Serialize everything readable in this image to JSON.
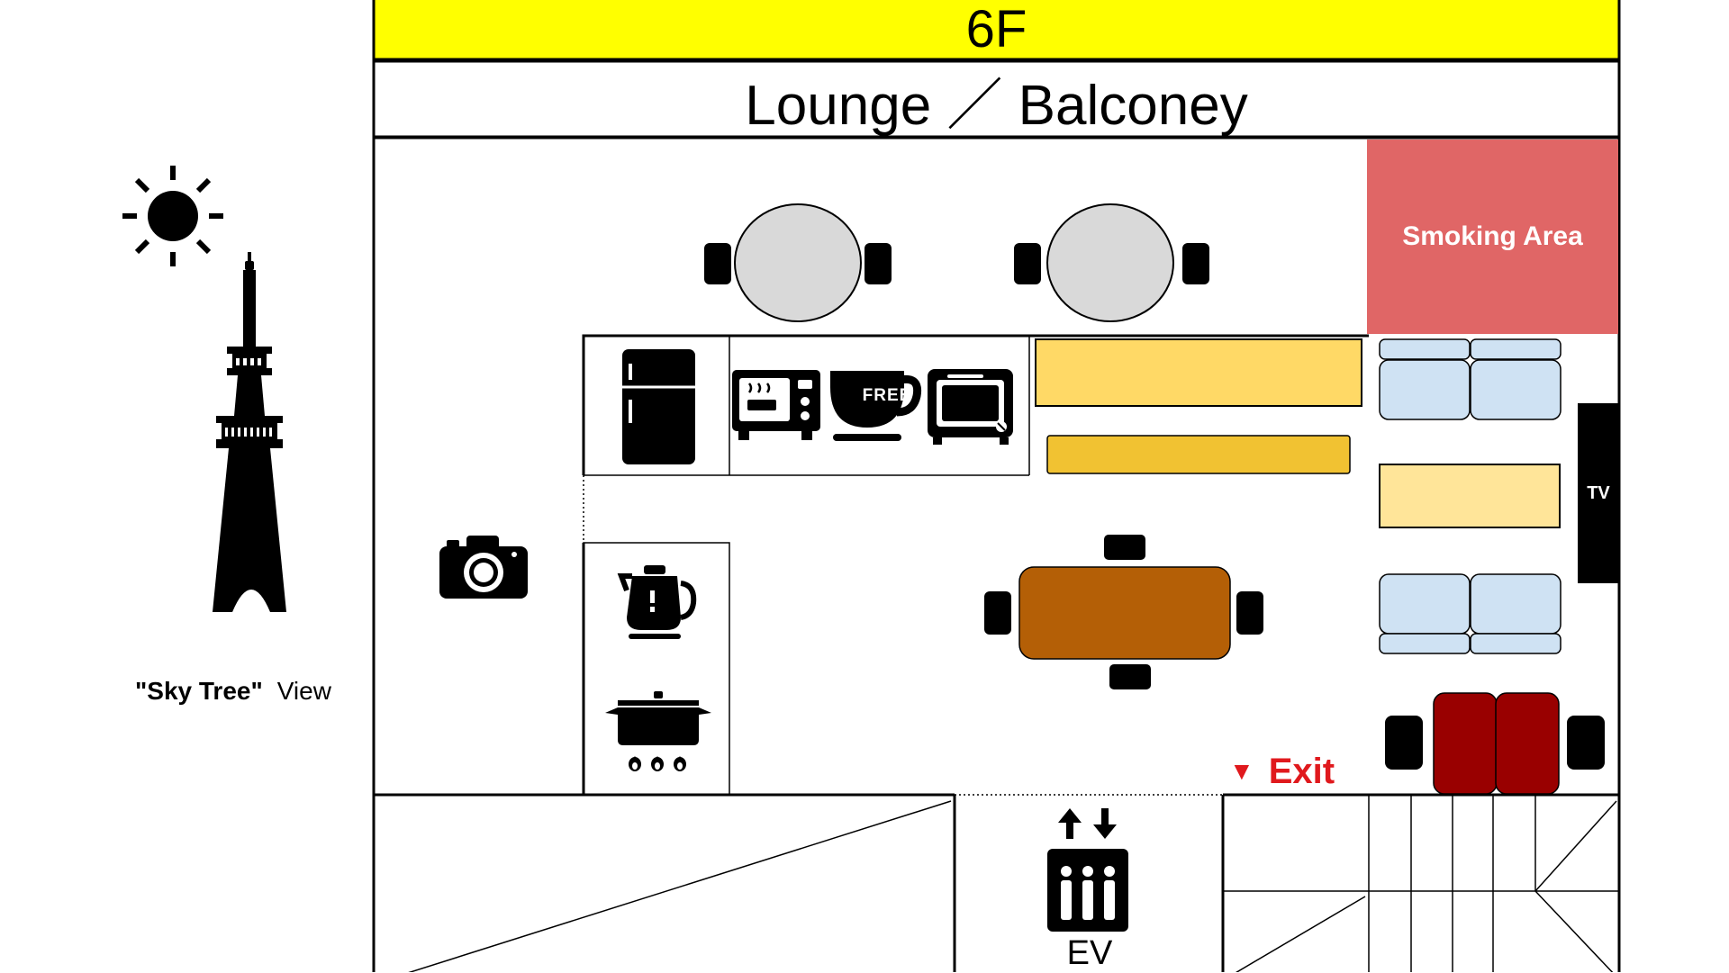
{
  "floor": {
    "label": "6F",
    "area_title": "Lounge ／ Balconey",
    "banner_color": "#ffff00"
  },
  "zones": {
    "smoking_area": "Smoking Area",
    "smoking_color": "#e06666",
    "tv_label": "TV",
    "exit_label": "Exit",
    "exit_arrow": "▼",
    "exit_color": "#e0191d",
    "elevator_label": "EV"
  },
  "appliances": {
    "coffee_badge": "FREE",
    "items": [
      "refrigerator-icon",
      "microwave-icon",
      "coffee-cup-icon",
      "toaster-oven-icon",
      "kettle-icon",
      "cooking-pot-icon",
      "camera-icon",
      "elevator-icon"
    ]
  },
  "view": {
    "landmark": "\"Sky Tree\"",
    "suffix": "View",
    "icons": [
      "sun-icon",
      "sky-tree-icon"
    ]
  },
  "colors": {
    "round_table": "#d9d9d9",
    "dining_table": "#b45f06",
    "bench_top": "#ffd966",
    "bench_bottom": "#f1c232",
    "bench_right": "#ffe599",
    "sofa": "#cfe2f3",
    "red_sofa": "#990000"
  }
}
